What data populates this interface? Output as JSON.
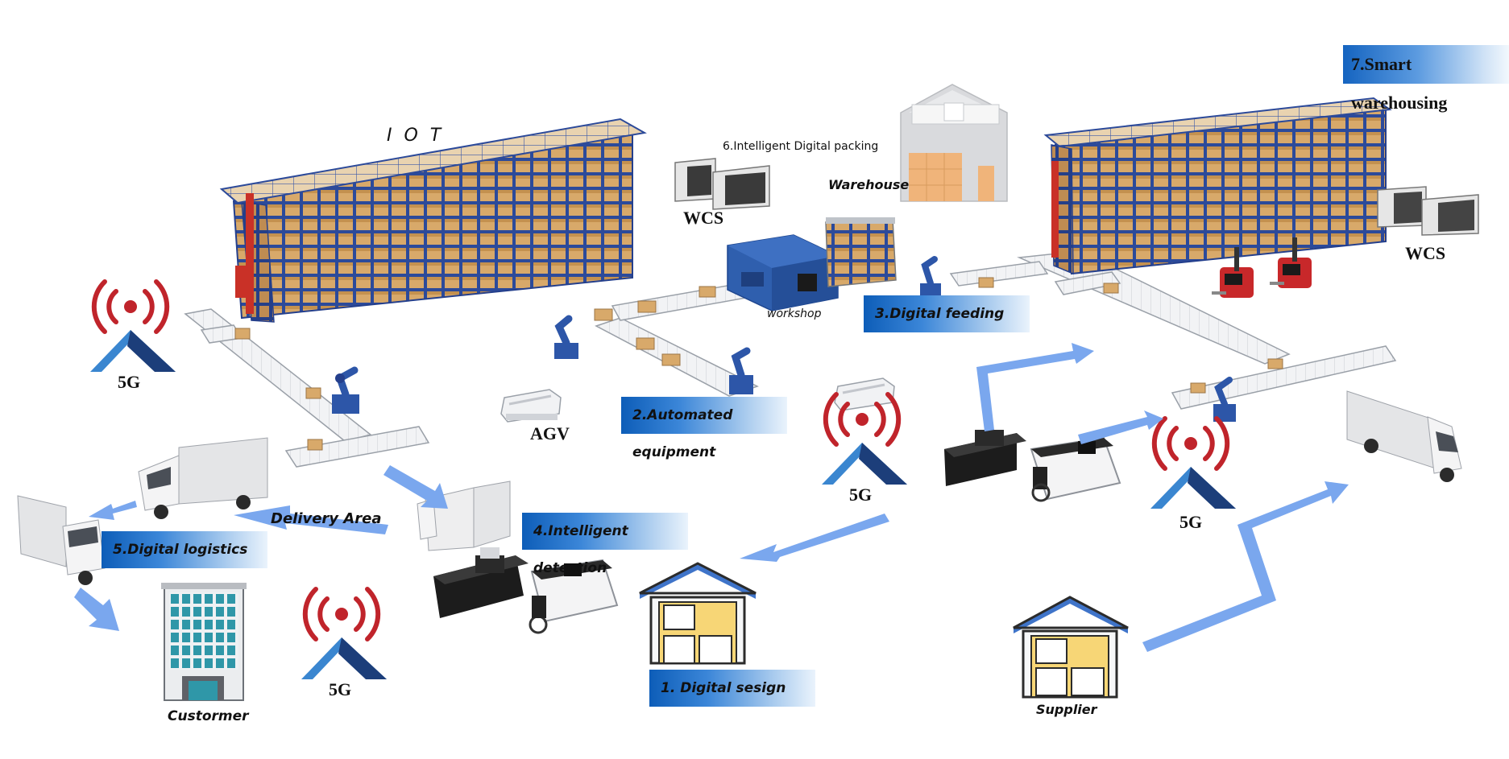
{
  "labels": {
    "iot": "I O T",
    "packing": "6.Intelligent Digital packing",
    "warehouse": "Warehouse",
    "wcs_left": "WCS",
    "wcs_right": "WCS",
    "workshop": "workshop",
    "agv": "AGV",
    "delivery": "Delivery Area",
    "customer": "Custormer",
    "supplier": "Supplier"
  },
  "signals": [
    "5G",
    "5G",
    "5G",
    "5G"
  ],
  "steps": [
    {
      "id": "smart",
      "label": "7.Smart warehousing"
    },
    {
      "id": "feeding",
      "label": "3.Digital feeding"
    },
    {
      "id": "automated",
      "label": "2.Automated equipment"
    },
    {
      "id": "detection",
      "label": "4.Intelligent detection"
    },
    {
      "id": "logistics",
      "label": "5.Digital logistics"
    },
    {
      "id": "design",
      "label": "1. Digital sesign"
    }
  ],
  "colors": {
    "banner": "#0d5db8",
    "flow_arrow": "#7aa7ee",
    "signal": "#c0242b",
    "tower": "#3a86d0",
    "box": "#d8a96a",
    "rack": "#2c4a9a"
  }
}
